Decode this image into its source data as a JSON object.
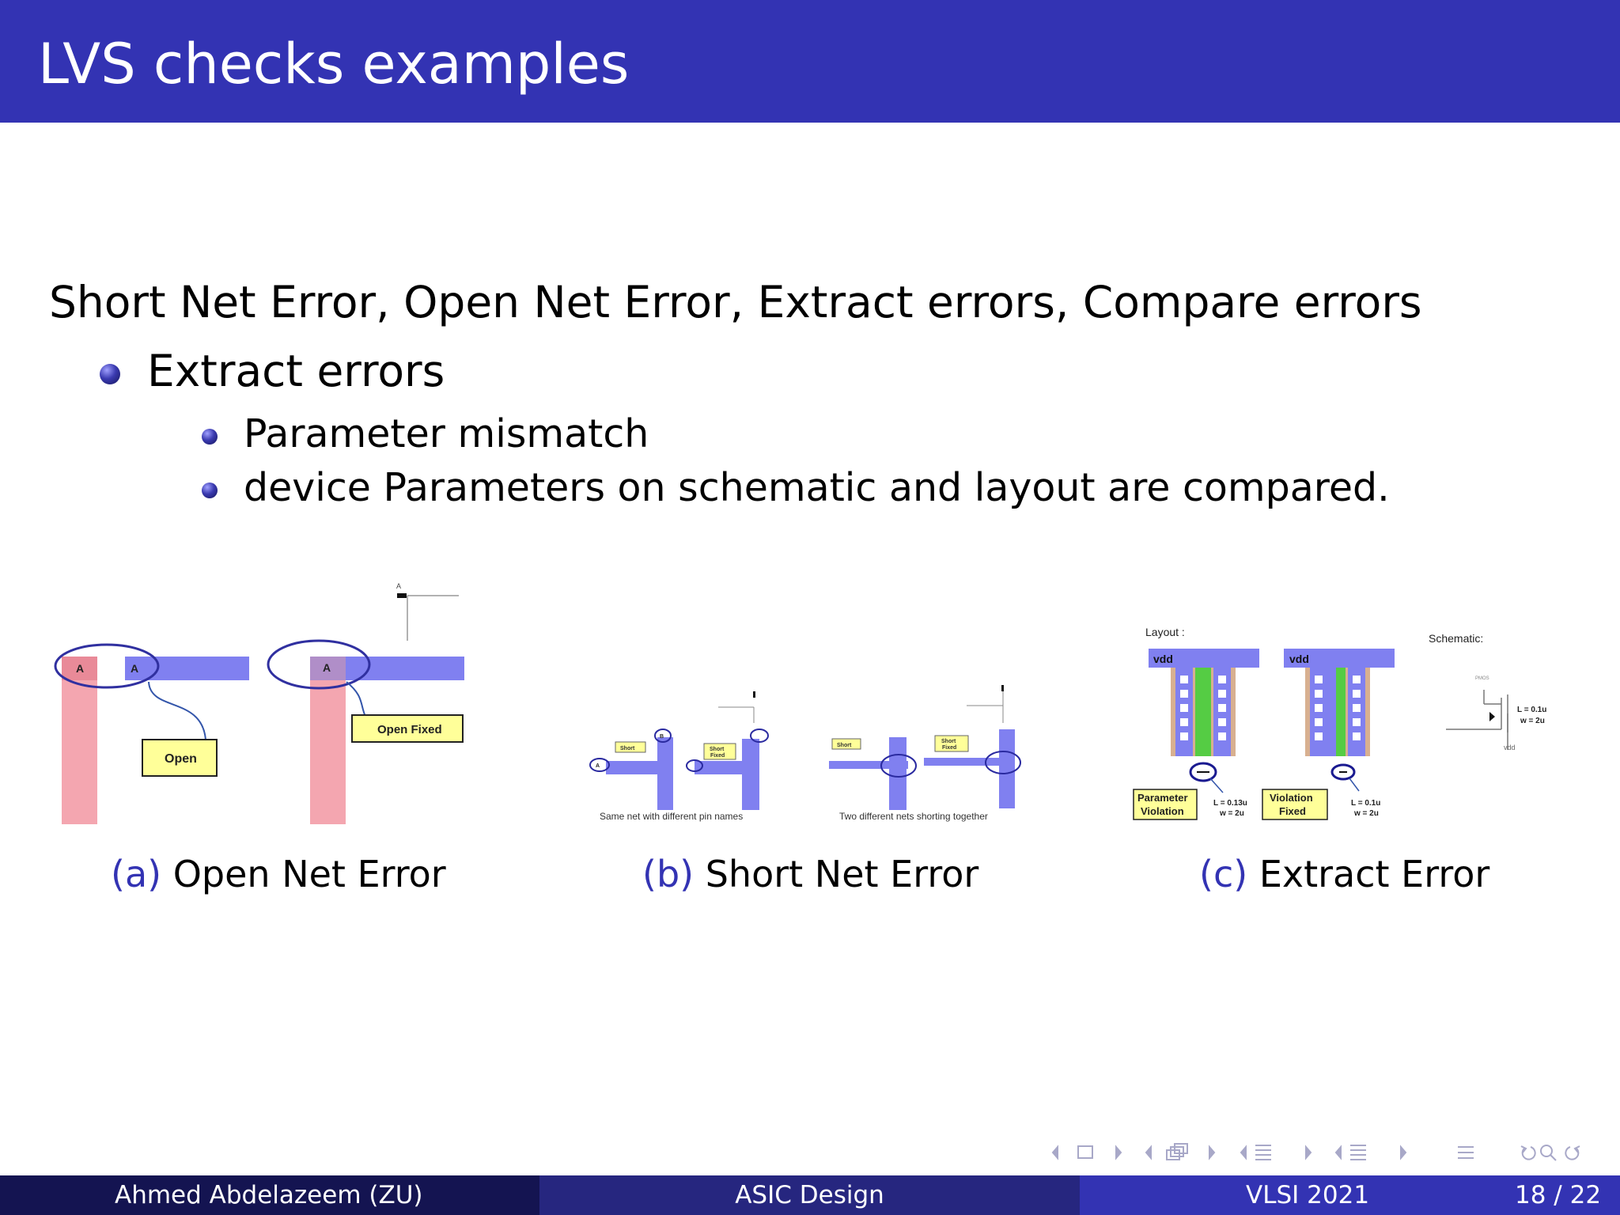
{
  "slide": {
    "title": "LVS checks examples",
    "intro": "Short Net Error, Open Net Error, Extract errors, Compare errors",
    "bullet": "Extract errors",
    "subbullets": [
      "Parameter mismatch",
      "device Parameters on schematic and layout are compared."
    ]
  },
  "figures": {
    "a": {
      "tag": "(a)",
      "caption": "Open Net Error",
      "labels": {
        "pin_a1": "A",
        "pin_a2": "A",
        "pin_a3": "A",
        "pin_top": "A",
        "open": "Open",
        "open_fixed": "Open Fixed"
      }
    },
    "b": {
      "tag": "(b)",
      "caption": "Short Net Error",
      "labels": {
        "short1": "Short",
        "short_fixed1a": "Short",
        "short_fixed1b": "Fixed",
        "short2": "Short",
        "short_fixed2a": "Short",
        "short_fixed2b": "Fixed",
        "pin_a": "A",
        "pin_b": "B",
        "caption_left": "Same net with different pin names",
        "caption_right": "Two different nets shorting together"
      }
    },
    "c": {
      "tag": "(c)",
      "caption": "Extract Error",
      "labels": {
        "layout": "Layout :",
        "schematic": "Schematic:",
        "vdd": "vdd",
        "vdd2": "vdd",
        "vdd3": "vdd",
        "pmos": "PMOS",
        "param_violation_1": "Parameter",
        "param_violation_2": "Violation",
        "violation_fixed_1": "Violation",
        "violation_fixed_2": "Fixed",
        "l_013": "L = 0.13u",
        "w_2u_1": "w = 2u",
        "l_01": "L = 0.1u",
        "w_2u_2": "w = 2u",
        "l_01_s": "L = 0.1u",
        "w_2u_s": "w = 2u"
      }
    }
  },
  "footer": {
    "author": "Ahmed Abdelazeem  (ZU)",
    "course": "ASIC Design",
    "event": "VLSI 2021",
    "page": "18 / 22"
  },
  "colors": {
    "accent": "#3333b3",
    "footer_dark": "#141451",
    "footer_mid": "#26267f",
    "wire_blue": "#8080f0",
    "wire_pink": "#f4a6b0",
    "label_yellow": "#ffff99",
    "green": "#55cc44"
  }
}
